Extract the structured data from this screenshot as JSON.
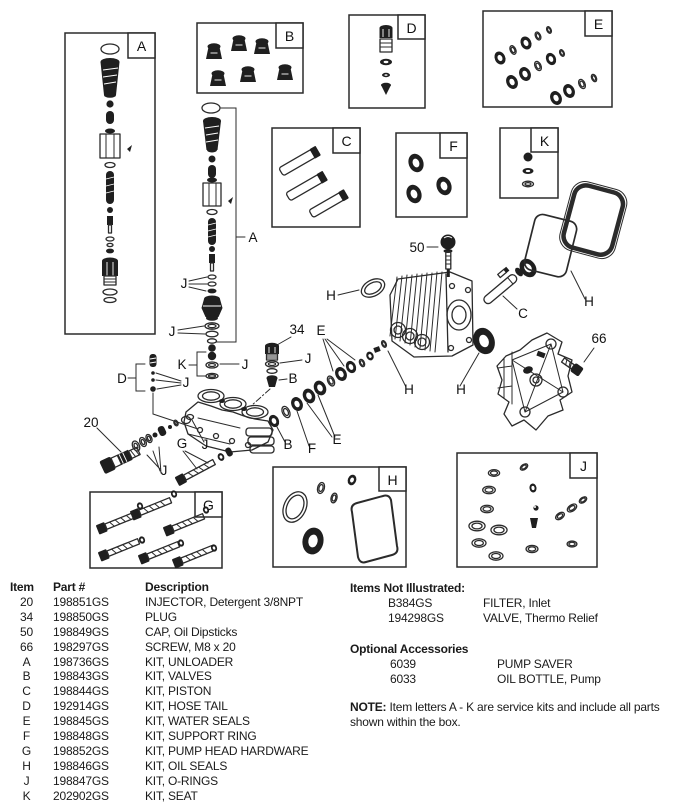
{
  "diagram": {
    "letters": {
      "A": "A",
      "B": "B",
      "C": "C",
      "D": "D",
      "E": "E",
      "F": "F",
      "G": "G",
      "H": "H",
      "J": "J",
      "K": "K"
    },
    "numbers": {
      "n20": "20",
      "n34": "34",
      "n50": "50",
      "n66": "66"
    }
  },
  "parts_table": {
    "headers": {
      "item": "Item",
      "part": "Part #",
      "description": "Description"
    },
    "rows": [
      {
        "item": "20",
        "part": "198851GS",
        "description": "INJECTOR, Detergent 3/8NPT"
      },
      {
        "item": "34",
        "part": "198850GS",
        "description": "PLUG"
      },
      {
        "item": "50",
        "part": "198849GS",
        "description": "CAP, Oil Dipsticks"
      },
      {
        "item": "66",
        "part": "198297GS",
        "description": "SCREW, M8 x 20"
      },
      {
        "item": "A",
        "part": "198736GS",
        "description": "KIT, UNLOADER"
      },
      {
        "item": "B",
        "part": "198843GS",
        "description": "KIT, VALVES"
      },
      {
        "item": "C",
        "part": "198844GS",
        "description": "KIT, PISTON"
      },
      {
        "item": "D",
        "part": "192914GS",
        "description": "KIT, HOSE TAIL"
      },
      {
        "item": "E",
        "part": "198845GS",
        "description": "KIT, WATER SEALS"
      },
      {
        "item": "F",
        "part": "198848GS",
        "description": "KIT, SUPPORT RING"
      },
      {
        "item": "G",
        "part": "198852GS",
        "description": "KIT, PUMP HEAD HARDWARE"
      },
      {
        "item": "H",
        "part": "198846GS",
        "description": "KIT, OIL SEALS"
      },
      {
        "item": "J",
        "part": "198847GS",
        "description": "KIT, O-RINGS"
      },
      {
        "item": "K",
        "part": "202902GS",
        "description": "KIT, SEAT"
      }
    ]
  },
  "items_not_illustrated": {
    "title": "Items Not Illustrated:",
    "rows": [
      {
        "part": "B384GS",
        "description": "FILTER, Inlet"
      },
      {
        "part": "194298GS",
        "description": "VALVE, Thermo Relief"
      }
    ]
  },
  "optional_accessories": {
    "title": "Optional Accessories",
    "rows": [
      {
        "part": "6039",
        "description": "PUMP SAVER"
      },
      {
        "part": "6033",
        "description": "OIL BOTTLE, Pump"
      }
    ]
  },
  "note": {
    "label": "NOTE:",
    "text": " Item letters A - K are service kits and include all parts shown within the box."
  },
  "colors": {
    "line": "#2b2b2b",
    "text": "#1a1a1a",
    "background": "#ffffff"
  }
}
